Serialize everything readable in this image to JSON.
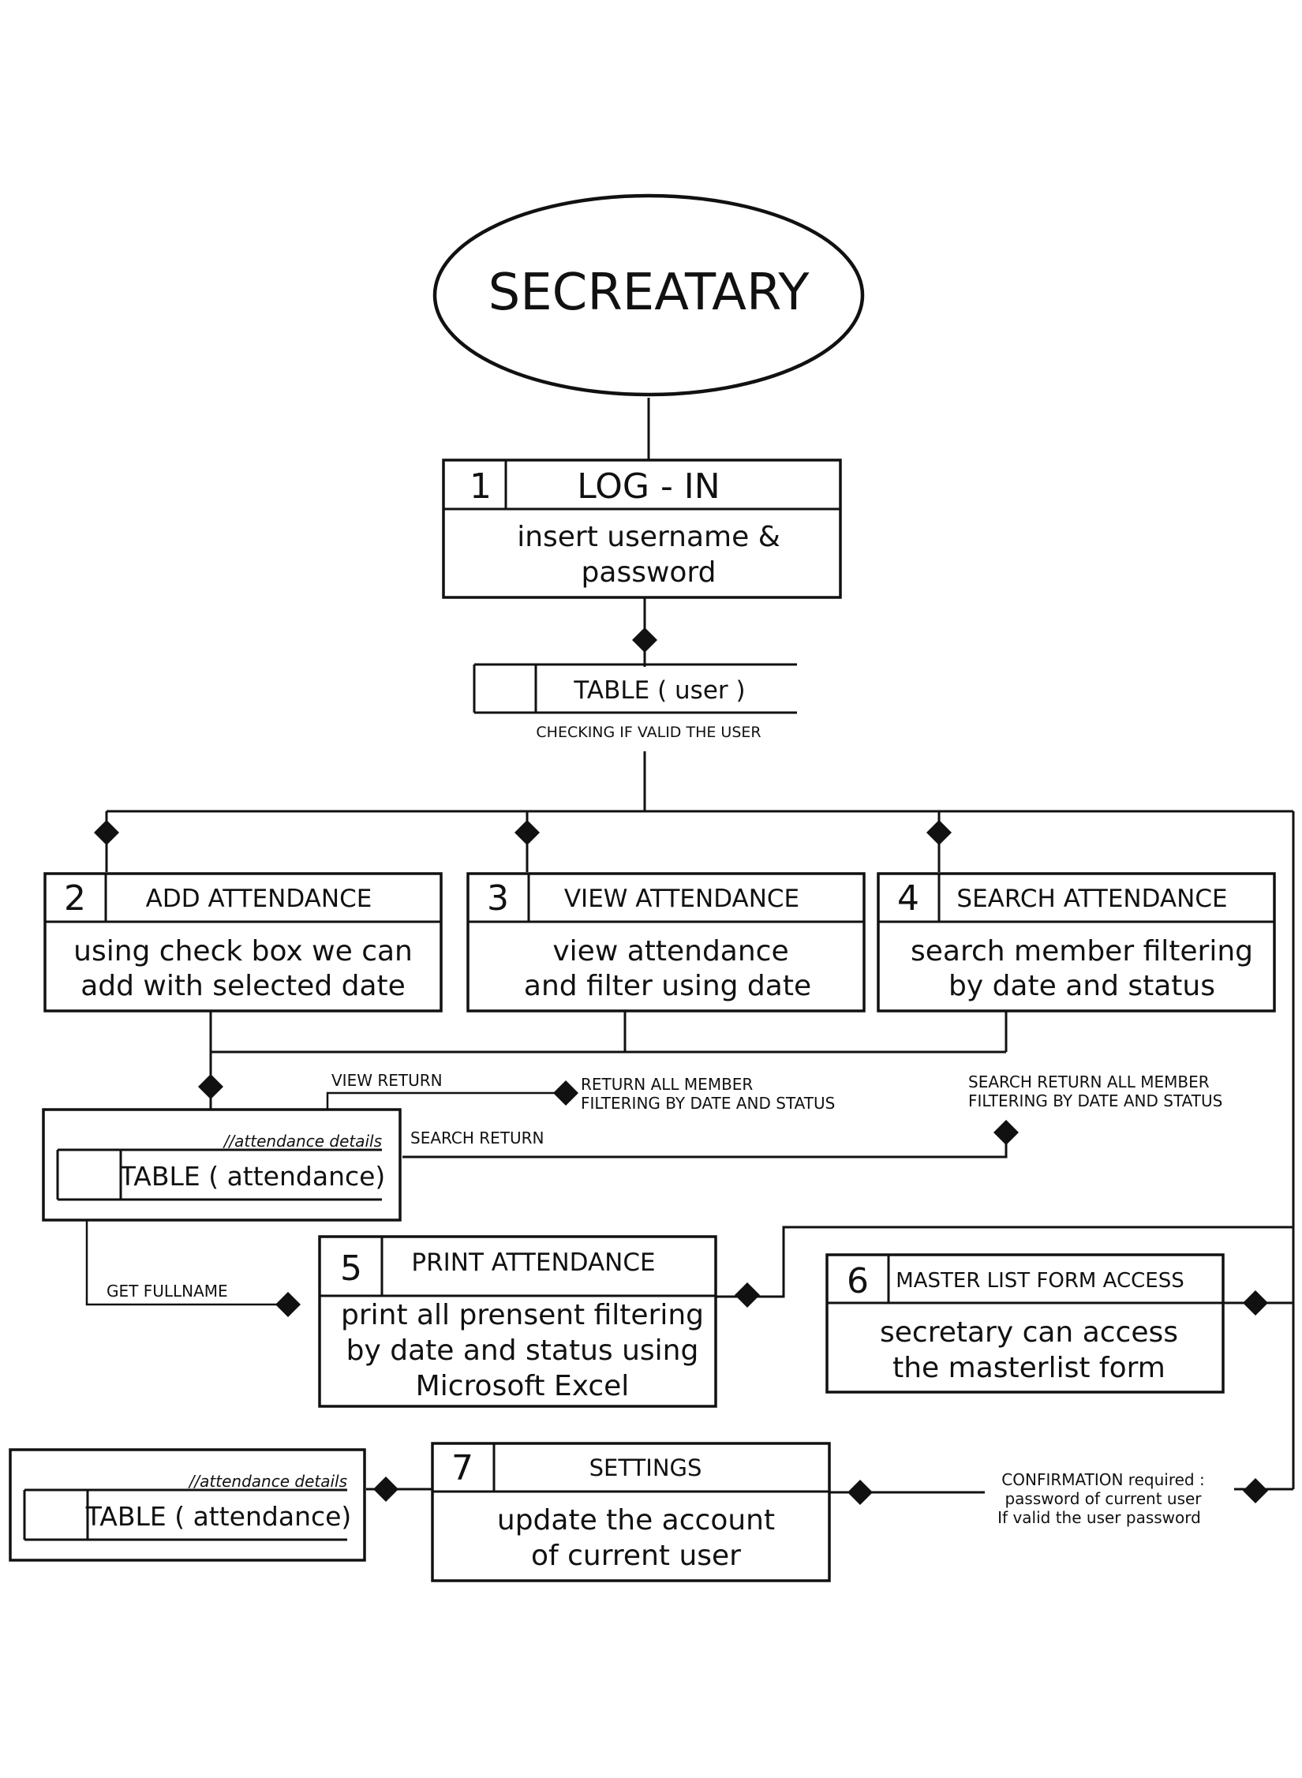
{
  "start": {
    "label": "SECREATARY"
  },
  "processes": [
    {
      "num": "1",
      "title": "LOG - IN",
      "desc": [
        "insert username &",
        "password"
      ]
    },
    {
      "num": "2",
      "title": "ADD ATTENDANCE",
      "desc": [
        "using check box  we can",
        "add   with selected date"
      ]
    },
    {
      "num": "3",
      "title": "VIEW ATTENDANCE",
      "desc": [
        "view attendance",
        "and filter using date"
      ]
    },
    {
      "num": "4",
      "title": "SEARCH ATTENDANCE",
      "desc": [
        "search member filtering",
        "by date and status"
      ]
    },
    {
      "num": "5",
      "title": "PRINT ATTENDANCE",
      "desc": [
        "print all prensent filtering",
        "by date and status using",
        "Microsoft Excel"
      ]
    },
    {
      "num": "6",
      "title": "MASTER LIST FORM ACCESS",
      "desc": [
        "secretary can access",
        "the masterlist form"
      ]
    },
    {
      "num": "7",
      "title": "SETTINGS",
      "desc": [
        "update the account",
        "of current  user"
      ]
    }
  ],
  "stores": {
    "user": {
      "label": "TABLE ( user )",
      "caption": "CHECKING IF VALID THE USER"
    },
    "attendance_1": {
      "label": "TABLE ( attendance)",
      "note": "//attendance details"
    },
    "attendance_2": {
      "label": "TABLE ( attendance)",
      "note": "//attendance details"
    }
  },
  "flow_labels": {
    "view_return": "VIEW RETURN",
    "return_all": [
      "RETURN ALL MEMBER",
      "FILTERING BY DATE AND STATUS"
    ],
    "search_return_all": [
      "SEARCH RETURN ALL MEMBER",
      "FILTERING BY DATE AND STATUS"
    ],
    "search_return": "SEARCH RETURN",
    "get_fullname": "GET FULLNAME",
    "confirmation": [
      "CONFIRMATION required :",
      "password of current user",
      "If valid the user password"
    ]
  }
}
